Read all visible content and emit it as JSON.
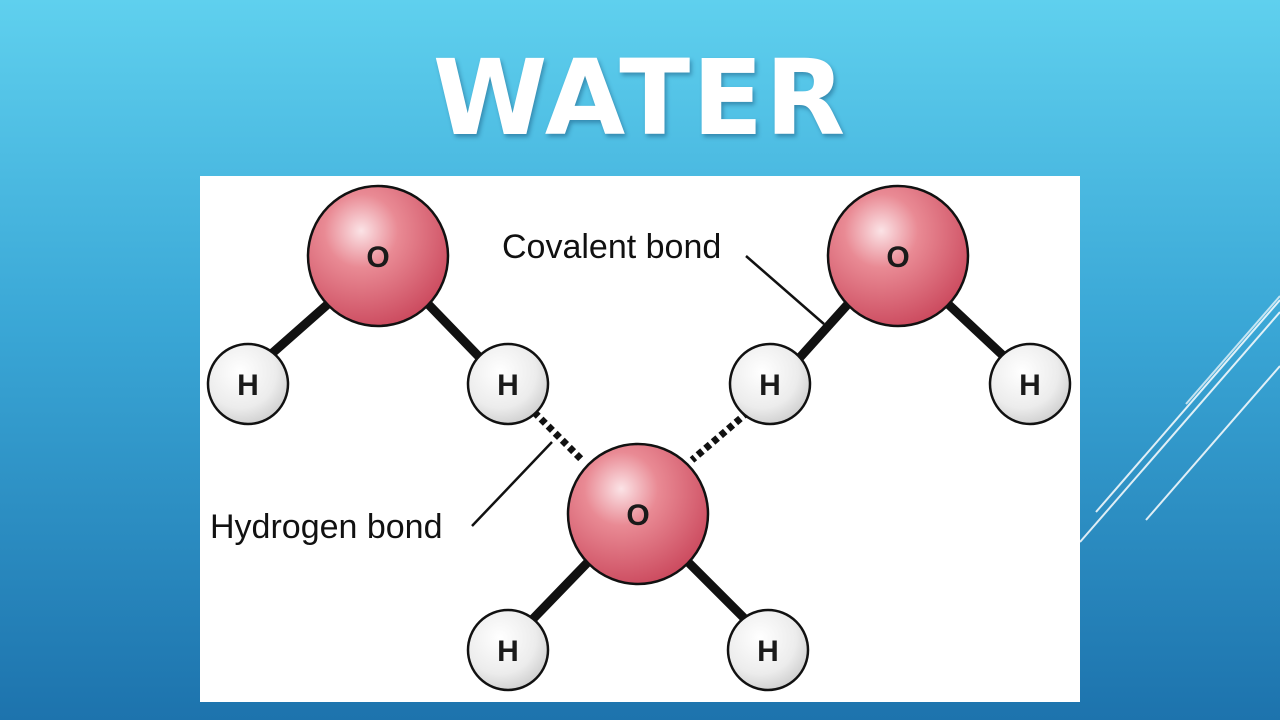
{
  "slide": {
    "title": "WATER",
    "background_top": "#5fd0ee",
    "background_bottom": "#1d73ad"
  },
  "diagram": {
    "labels": {
      "covalent_bond": "Covalent bond",
      "hydrogen_bond": "Hydrogen bond"
    },
    "atoms": {
      "oxygen": "O",
      "hydrogen": "H"
    },
    "colors": {
      "oxygen_fill": "#e0707c",
      "hydrogen_fill": "#e8e8e8",
      "bond": "#111111"
    }
  }
}
